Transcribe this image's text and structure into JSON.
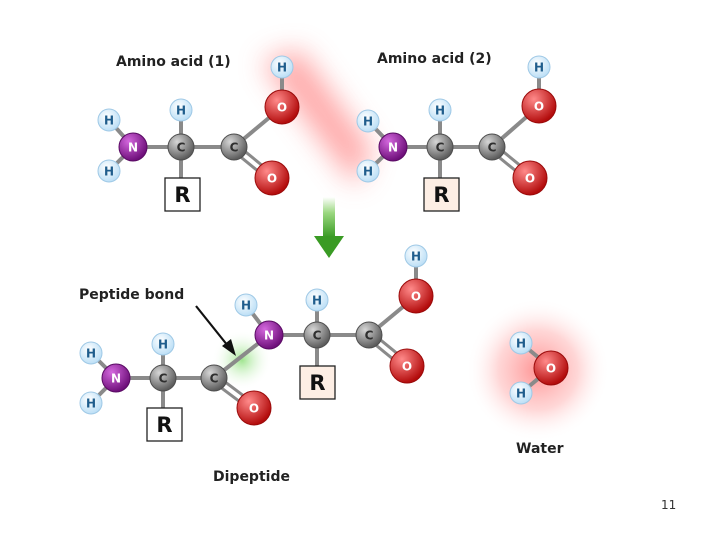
{
  "labels": {
    "amino_acid_1": "Amino acid (1)",
    "amino_acid_2": "Amino acid (2)",
    "peptide_bond": "Peptide bond",
    "dipeptide": "Dipeptide",
    "water": "Water"
  },
  "symbols": {
    "hydrogen": "H",
    "nitrogen": "N",
    "carbon": "C",
    "oxygen": "O",
    "r_group": "R"
  },
  "page_number": "11",
  "colors": {
    "hydrogen": "#cfe8fa",
    "hydrogen_text": "#1f5d8c",
    "nitrogen": "#8e1c9a",
    "carbon": "#8a8a8a",
    "oxygen": "#dc1a1a",
    "r_fill_reactant": "#ffffff",
    "r_fill_product": "#fdeee4",
    "bond": "#8a8a8a",
    "arrow": "#46ad2e",
    "glow_red": "#ff6b6b",
    "glow_green": "#8ee07a"
  }
}
